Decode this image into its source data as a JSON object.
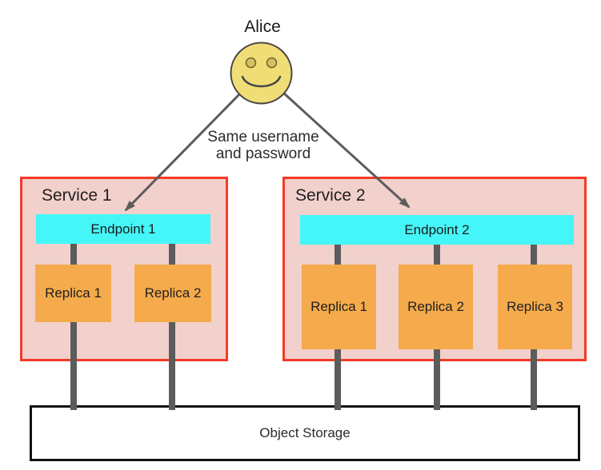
{
  "actor": {
    "name": "Alice"
  },
  "note": {
    "text": "Same username\nand password"
  },
  "services": [
    {
      "label": "Service 1",
      "endpoint": "Endpoint 1",
      "replicas": [
        "Replica 1",
        "Replica 2"
      ]
    },
    {
      "label": "Service 2",
      "endpoint": "Endpoint 2",
      "replicas": [
        "Replica 1",
        "Replica 2",
        "Replica 3"
      ]
    }
  ],
  "storage": {
    "label": "Object Storage"
  },
  "colors": {
    "service_fill": "#f2d0cc",
    "service_border": "#f43a26",
    "endpoint_fill": "#45f6f8",
    "replica_fill": "#f5ab4c",
    "connector_gray": "#5c5c5c",
    "face_yellow": "#f1dd75",
    "face_eye": "#d6c05f",
    "storage_border": "#111111",
    "text": "#1a1a1a"
  }
}
